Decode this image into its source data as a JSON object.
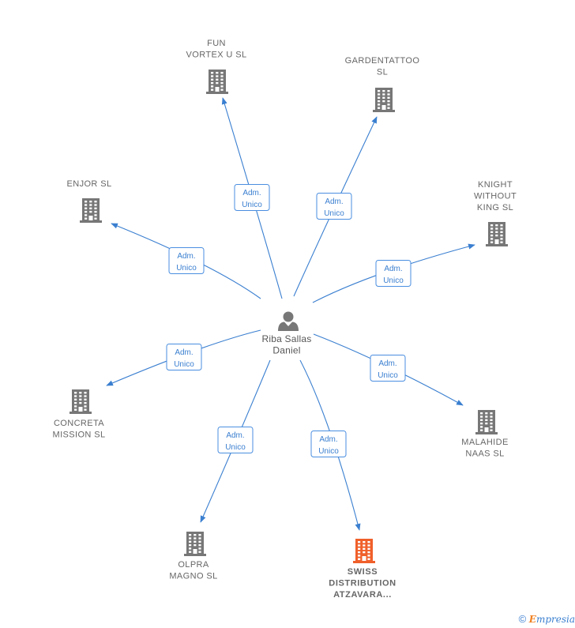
{
  "person": {
    "name_lines": [
      "Riba Sallas",
      "Daniel"
    ],
    "icon": "person-icon"
  },
  "companies": [
    {
      "id": "fun-vortex",
      "lines": [
        "FUN",
        "VORTEX U SL"
      ],
      "highlight": false
    },
    {
      "id": "gardentattoo",
      "lines": [
        "GARDENTATTOO",
        "SL"
      ],
      "highlight": false
    },
    {
      "id": "enjor",
      "lines": [
        "ENJOR SL"
      ],
      "highlight": false
    },
    {
      "id": "knight-without-king",
      "lines": [
        "KNIGHT",
        "WITHOUT",
        "KING  SL"
      ],
      "highlight": false
    },
    {
      "id": "concreta-mission",
      "lines": [
        "CONCRETA",
        "MISSION  SL"
      ],
      "highlight": false
    },
    {
      "id": "malahide-naas",
      "lines": [
        "MALAHIDE",
        "NAAS  SL"
      ],
      "highlight": false
    },
    {
      "id": "olpra-magno",
      "lines": [
        "OLPRA",
        "MAGNO  SL"
      ],
      "highlight": false
    },
    {
      "id": "swiss-distribution",
      "lines": [
        "SWISS",
        "DISTRIBUTION",
        "ATZAVARA..."
      ],
      "highlight": true
    }
  ],
  "relation_label": [
    "Adm.",
    "Unico"
  ],
  "colors": {
    "edge": "#3a7fd0",
    "building": "#777777",
    "building_highlight": "#f0602a",
    "text": "#666666"
  },
  "footer": {
    "copyright": "©",
    "brand_first": "E",
    "brand_rest": "mpresia"
  }
}
